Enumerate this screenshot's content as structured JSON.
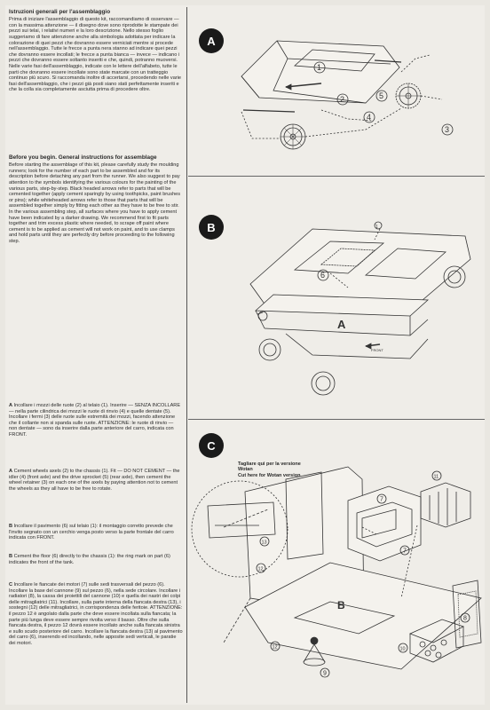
{
  "it_general": {
    "title": "Istruzioni generali per l'assemblaggio",
    "body": "Prima di iniziare l'assemblaggio di questo kit, raccomandiamo di osservare — con la massima attenzione — il disegno dove sono riprodotte le stampate dei pezzi sui telai, i relativi numeri e la loro descrizione. Nello stesso foglio suggeriamo di fare attenzione anche alla simbologia adottata per indicare la colorazione di quei pezzi che dovranno essere verniciati mentre si procede nell'assemblaggio. Tutte le frecce a punta nera stanno ad indicare quei pezzi che dovranno essere incollati; le frecce a punta bianca — invece — indicano i pezzi che dovranno essere soltanto inseriti e che, quindi, potranno muoversi. Nelle varie fasi dell'assemblaggio, indicate con le lettere dell'alfabeto, tutte le parti che dovranno essere incollate sono state marcate con un tratteggio continuo più scuro. Si raccomanda inoltre di accertarsi, procedendo nelle varie fasi dell'assemblaggio, che i pezzi già posti siano stati perfettamente inseriti e che la colla sia completamente asciutta prima di procedere oltre."
  },
  "en_general": {
    "title": "Before you begin. General instructions for assemblage",
    "body": "Before starting the assemblage of this kit, please carefully study the moulding runners; look for the number of each part to be assembled and for its description before detaching any part from the runner. We also suggest to pay attention to the symbols identifying the various colours for the painting of the various parts, step-by-step. Black headed arrows refer to parts that will be cemented together (apply cement sparingly by using toothpicks, paint brushes or pins); while whiteheaded arrows refer to those that parts that will be assembled together simply by fitting each other as they have to be free to stir. In the various assembling step, all surfaces where you have to apply cement have been indicated by a darker drawing. We recommend first to fit parts together and trim excess plastic where needed, to scrape off paint where cement is to be applied as cement will not work on paint, and to use clamps and hold parts until they are perfectly dry before proceeding to the following step."
  },
  "step_a_it": {
    "letter": "A",
    "body": "Incollare i mozzi delle ruote (2) al telaio (1). Inserire — SENZA INCOLLARE — nella parte cilindrica dei mozzi le ruote di rinvio (4) e quelle dentate (5). Incollare i fermi (3) delle ruote sulle estremità dei mozzi, facendo attenzione che il collante non si spanda sulle ruote. ATTENZIONE: le ruote di rinvio — non dentate — sono da inserire dalla parte anteriore del carro, indicata con FRONT."
  },
  "step_a_en": {
    "letter": "A",
    "body": "Cement wheels axels (2) to the chassis (1). Fit — DO NOT CEMENT — the idler (4) (front axle) and the drive sprocket (5) (rear axle), then cement the wheel retainer (3) on each one of the axels by paying attention not to cement the wheels as they all have to be free to rotate."
  },
  "step_b_it": {
    "letter": "B",
    "body": "Incollare il pavimento (6) sul telaio (1): il montaggio corretto prevede che l'invito segnato con un cerchio venga posto verso la parte frontale del carro indicata con FRONT."
  },
  "step_b_en": {
    "letter": "B",
    "body": "Cement the floor (6) directly to the chassis (1): the ring mark on part (6) indicates the front of the tank."
  },
  "step_c_it": {
    "letter": "C",
    "body": "Incollare le fiancate dei motori (7) sulle sedi trasversali del pezzo (6). Incollare la base del cannone (9) sul pezzo (6), nella sede circolare. Incollare i radiatori (8), la cassa dei proiettili del cannone (10) e quella dei nastri dei colpi delle mitragliatrici (11). Incollare, sulla parte interna della fiancata destra (13), i sostegni (12) delle mitragliatrici, in corrispondenza delle feritoie. ATTENZIONE: il pezzo 12 è angolato dalla parte che deve essere incollata sulla fiancata; la parte più lunga deve essere sempre rivolta verso il basso. Oltre che sulla fiancata destra, il pezzo 12 dovrà essere incollato anche sulla fiancata sinistra e sullo scudo posteriore del carro. Incollare la fiancata destra (13) al pavimento del carro (6), inserendo ed incollando, nelle apposite sedi verticali, le paratie dei motori."
  },
  "figures": {
    "a": {
      "badge": "A",
      "parts": [
        "1",
        "2",
        "3",
        "4",
        "5"
      ]
    },
    "b": {
      "badge": "B",
      "parts": [
        "1",
        "6",
        "A"
      ],
      "front_mark": "FRONT"
    },
    "c": {
      "badge": "C",
      "note_it": "Tagliare qui per la versione Wotan",
      "note_en": "Cut here for Wotan version",
      "parts": [
        "7",
        "7",
        "8",
        "9",
        "10",
        "11",
        "12",
        "12",
        "13",
        "B"
      ]
    }
  },
  "colors": {
    "badge_bg": "#1a1a1a",
    "paper": "#efede8",
    "ink": "#2a2a2a"
  }
}
